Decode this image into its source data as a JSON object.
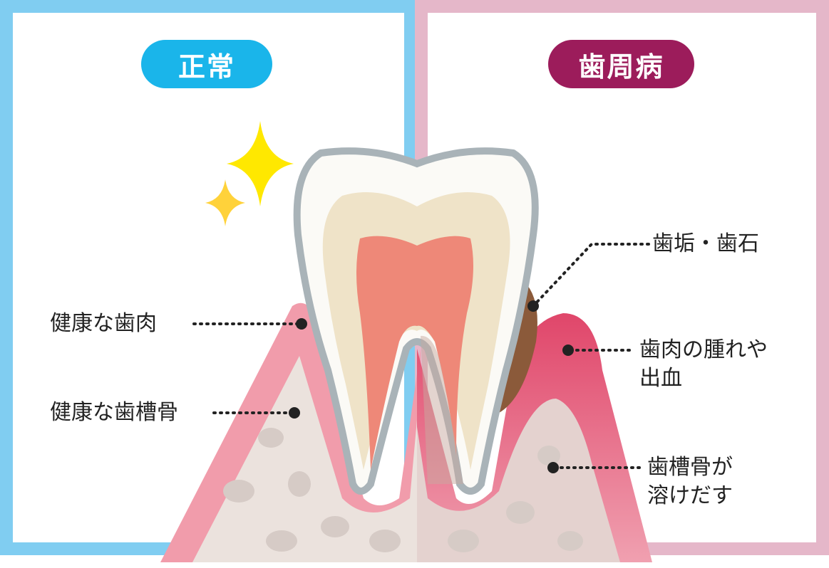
{
  "headers": {
    "normal": "正常",
    "periodontal": "歯周病"
  },
  "labels": {
    "healthy_gum": "健康な歯肉",
    "healthy_bone": "健康な歯槽骨",
    "plaque_tartar": "歯垢・歯石",
    "gum_swelling_line1": "歯肉の腫れや",
    "gum_swelling_line2": "出血",
    "bone_dissolve_line1": "歯槽骨が",
    "bone_dissolve_line2": "溶けだす"
  },
  "colors": {
    "normal": "#1ab5ea",
    "periodontal": "#9c1c5b",
    "left_border": "#80cdf1",
    "right_border": "#e5b7c9"
  }
}
